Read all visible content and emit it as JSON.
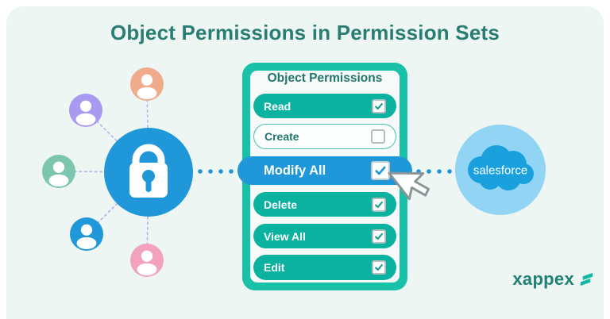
{
  "title": "Object Permissions in Permission Sets",
  "diagram": {
    "permission_set": {
      "center_icon": "lock",
      "users": [
        {
          "name": "user-orange",
          "color": "#efab8b"
        },
        {
          "name": "user-purple",
          "color": "#a89af1"
        },
        {
          "name": "user-green",
          "color": "#7cc6af"
        },
        {
          "name": "user-blue",
          "color": "#1f97d9"
        },
        {
          "name": "user-pink",
          "color": "#f2a2be"
        }
      ]
    },
    "panel": {
      "header": "Object Permissions",
      "rows": [
        {
          "label": "Read",
          "checked": true,
          "variant": "teal"
        },
        {
          "label": "Create",
          "checked": false,
          "variant": "outline"
        },
        {
          "label": "Modify All",
          "checked": true,
          "variant": "highlight"
        },
        {
          "label": "Delete",
          "checked": true,
          "variant": "teal"
        },
        {
          "label": "View All",
          "checked": true,
          "variant": "teal"
        },
        {
          "label": "Edit",
          "checked": true,
          "variant": "teal"
        }
      ]
    },
    "salesforce": {
      "label": "salesforce"
    }
  },
  "branding": {
    "logo_text": "xappex"
  },
  "colors": {
    "background_mint": "#edf6f3",
    "title_text": "#2a7d72",
    "panel_frame_teal": "#19c1a8",
    "row_teal": "#0cb2a0",
    "highlight_blue": "#1f97d9",
    "check_teal": "#0e9b8a",
    "connector_lavender": "#b7b0ea",
    "connector_dot_blue": "#1f97d9",
    "salesforce_light_blue": "#92d4f3",
    "salesforce_cloud_blue": "#1aa0dc",
    "xappex_text_teal": "#1f8074",
    "xappex_icon_teal": "#14b8a2"
  }
}
